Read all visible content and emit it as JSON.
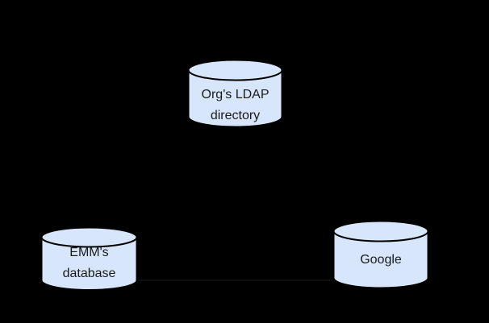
{
  "diagram": {
    "background": "#000000",
    "node_fill": "#d8e6fb",
    "node_stroke": "#000000",
    "label_color": "#1a1a1a",
    "connector_color": "#0d0d0d",
    "nodes": [
      {
        "id": "orgs-ldap-directory",
        "shape": "database-cylinder",
        "lines": [
          "Org's LDAP",
          "directory"
        ]
      },
      {
        "id": "emms-database",
        "shape": "database-cylinder",
        "lines": [
          "EMM's",
          "database"
        ]
      },
      {
        "id": "google",
        "shape": "database-cylinder",
        "lines": [
          "Google"
        ]
      }
    ],
    "connectors": [
      {
        "id": "emm-to-google",
        "from": "emms-database",
        "to": "google",
        "appearance": "faint-near-black-line"
      }
    ]
  }
}
